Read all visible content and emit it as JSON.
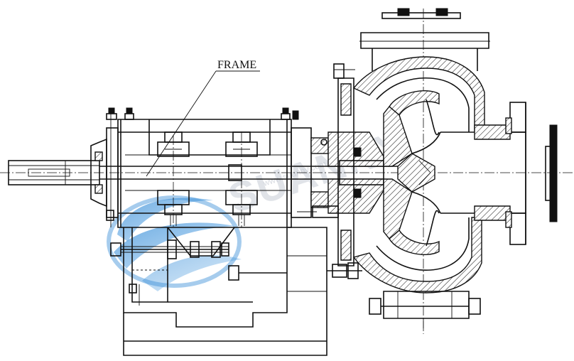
{
  "diagram": {
    "labels": {
      "frame": "FRAME"
    },
    "watermark": {
      "text": "SUANNY",
      "small_text": "www.suanny.com"
    },
    "colors": {
      "line": "#111111",
      "background": "#ffffff",
      "watermark_blue": "#3a8fd8",
      "watermark_gray": "#c8cdd6"
    }
  }
}
